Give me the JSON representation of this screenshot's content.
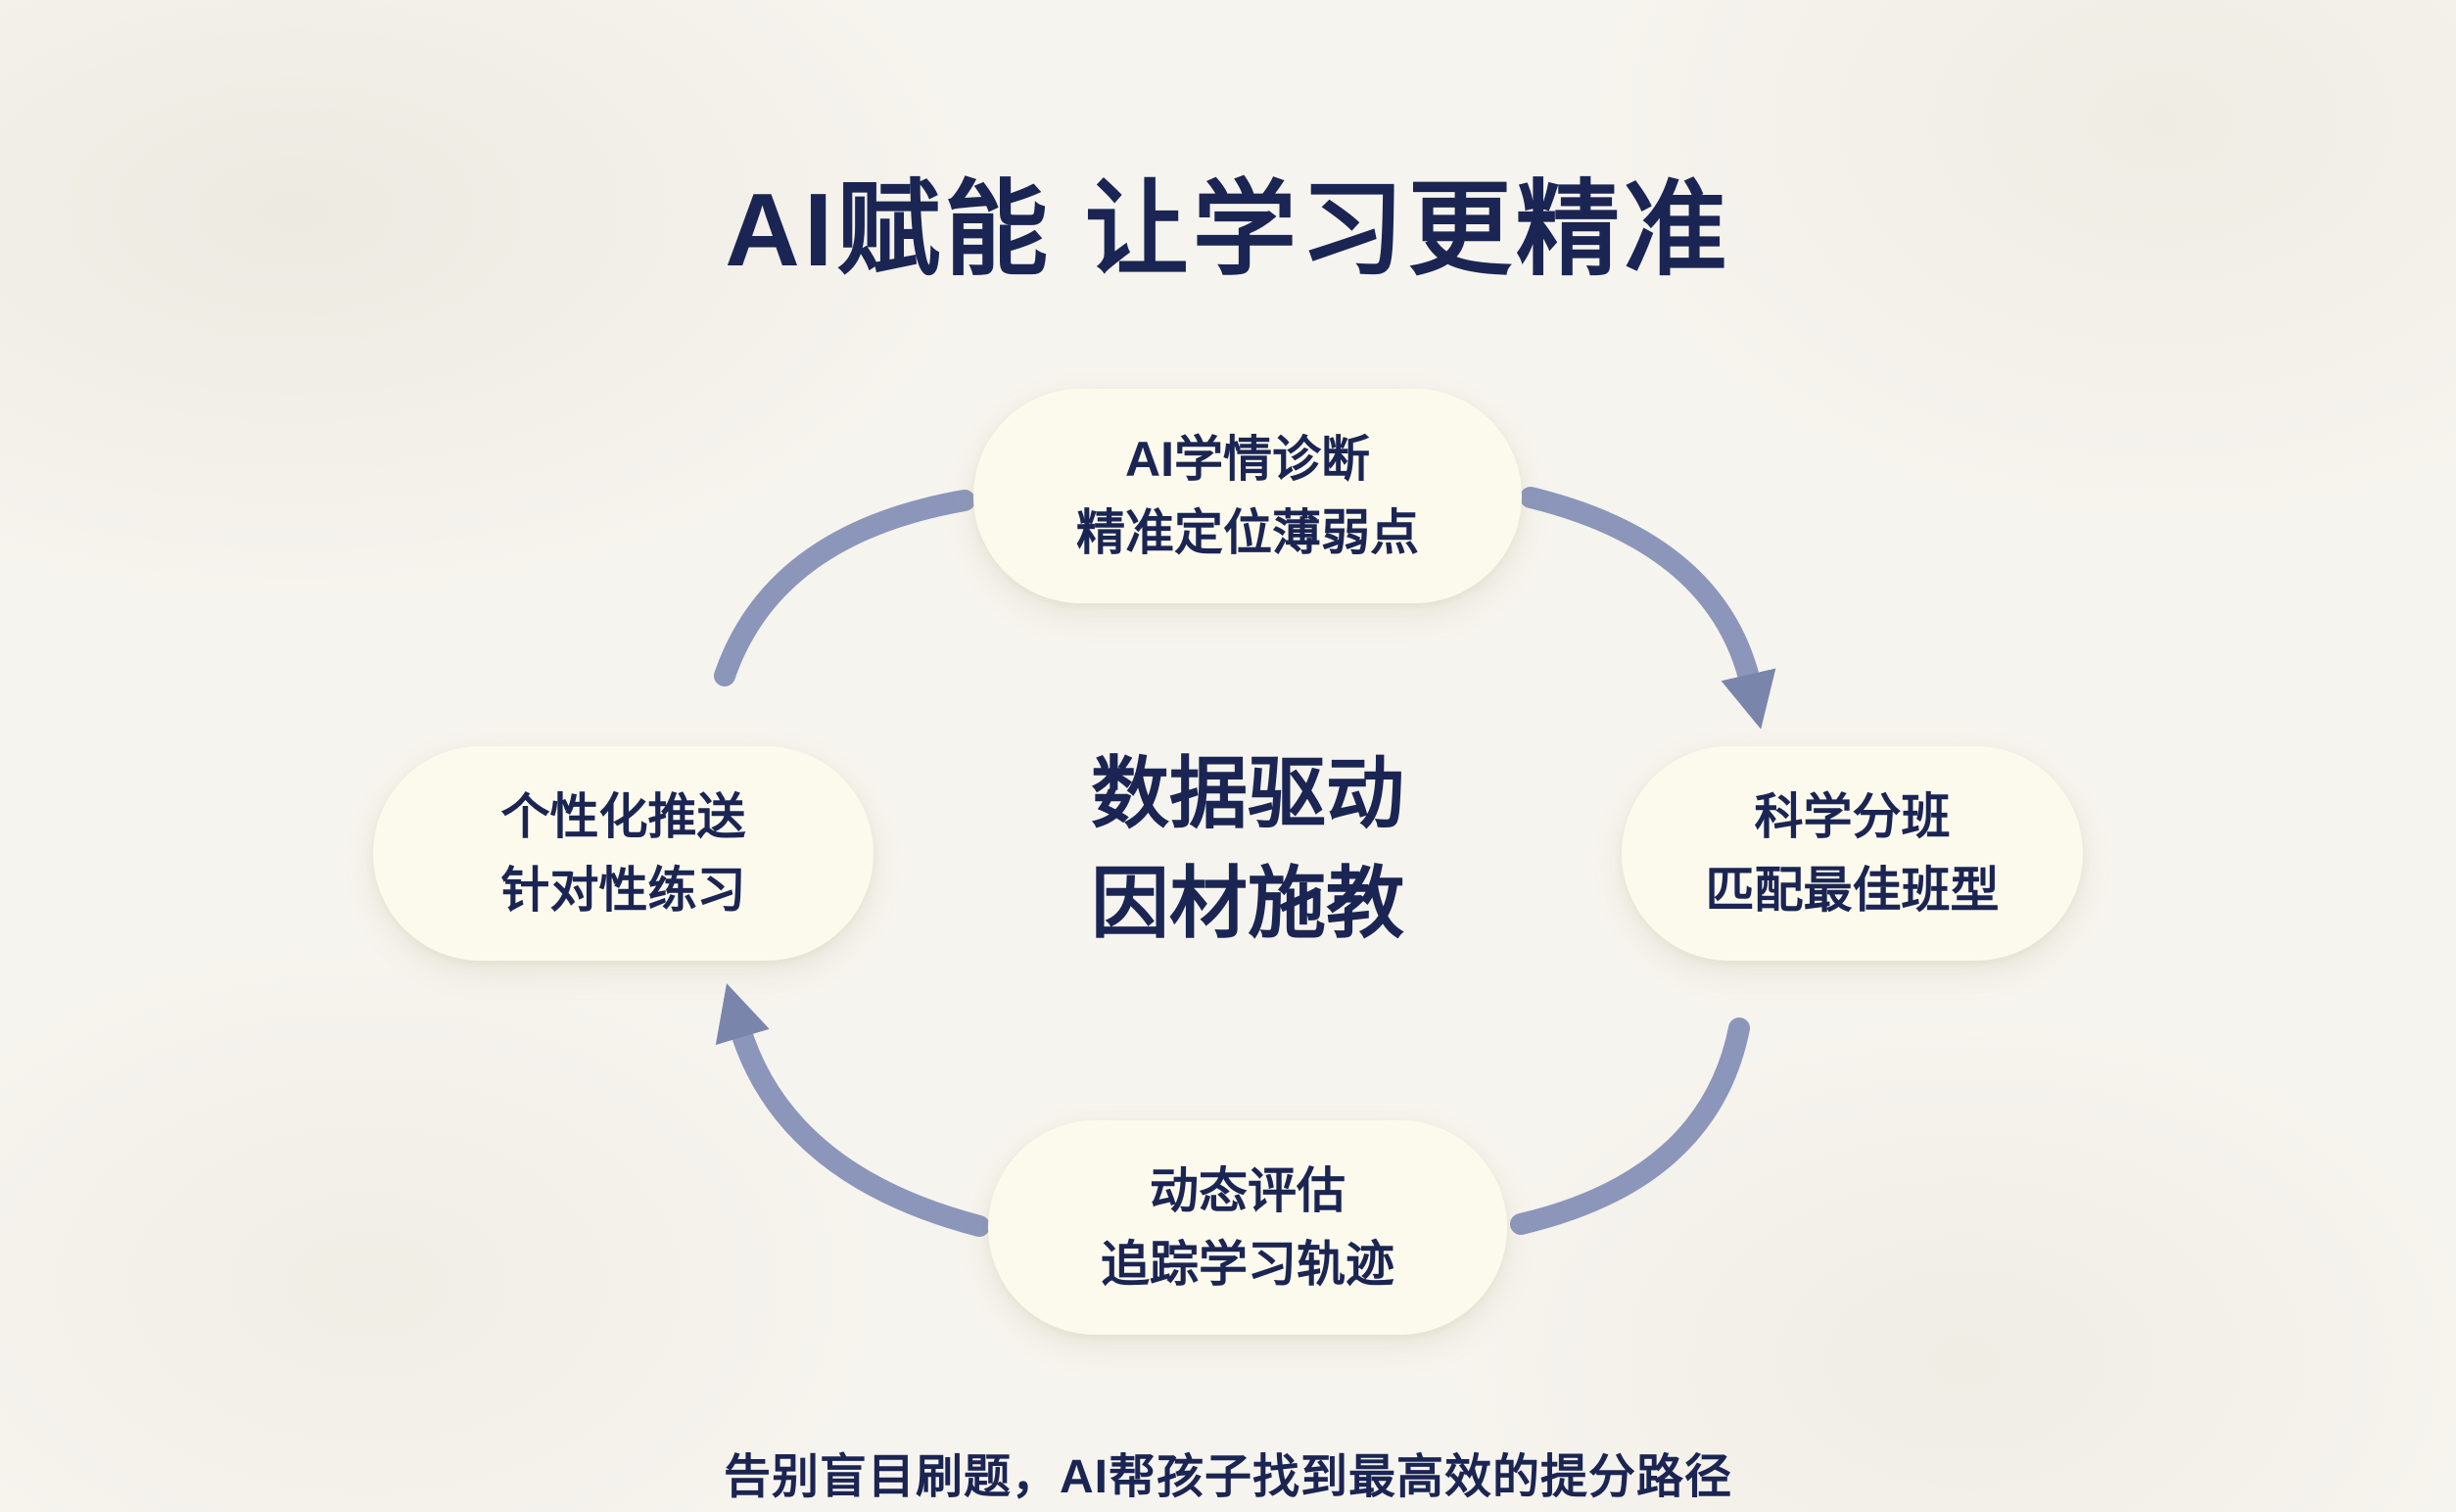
{
  "title": "AI赋能 让学习更精准",
  "center_label": {
    "line1": "数据驱动",
    "line2": "因材施教"
  },
  "cycle": {
    "top": {
      "line1": "AI学情诊断",
      "line2": "精准定位薄弱点"
    },
    "right": {
      "line1": "科学分班",
      "line2": "匹配最佳班型"
    },
    "bottom": {
      "line1": "动态评估",
      "line2": "追踪学习轨迹"
    },
    "left": {
      "line1": "个性化推送",
      "line2": "针对性练习"
    }
  },
  "caption": "告别盲目刷题，AI帮孩子找到最高效的提分路径",
  "colors": {
    "background": "#f6f4ee",
    "pill_background": "#fcfaec",
    "text_navy": "#1b2553",
    "arrow": "#8c96bb",
    "arrowhead": "#7a85ab"
  }
}
